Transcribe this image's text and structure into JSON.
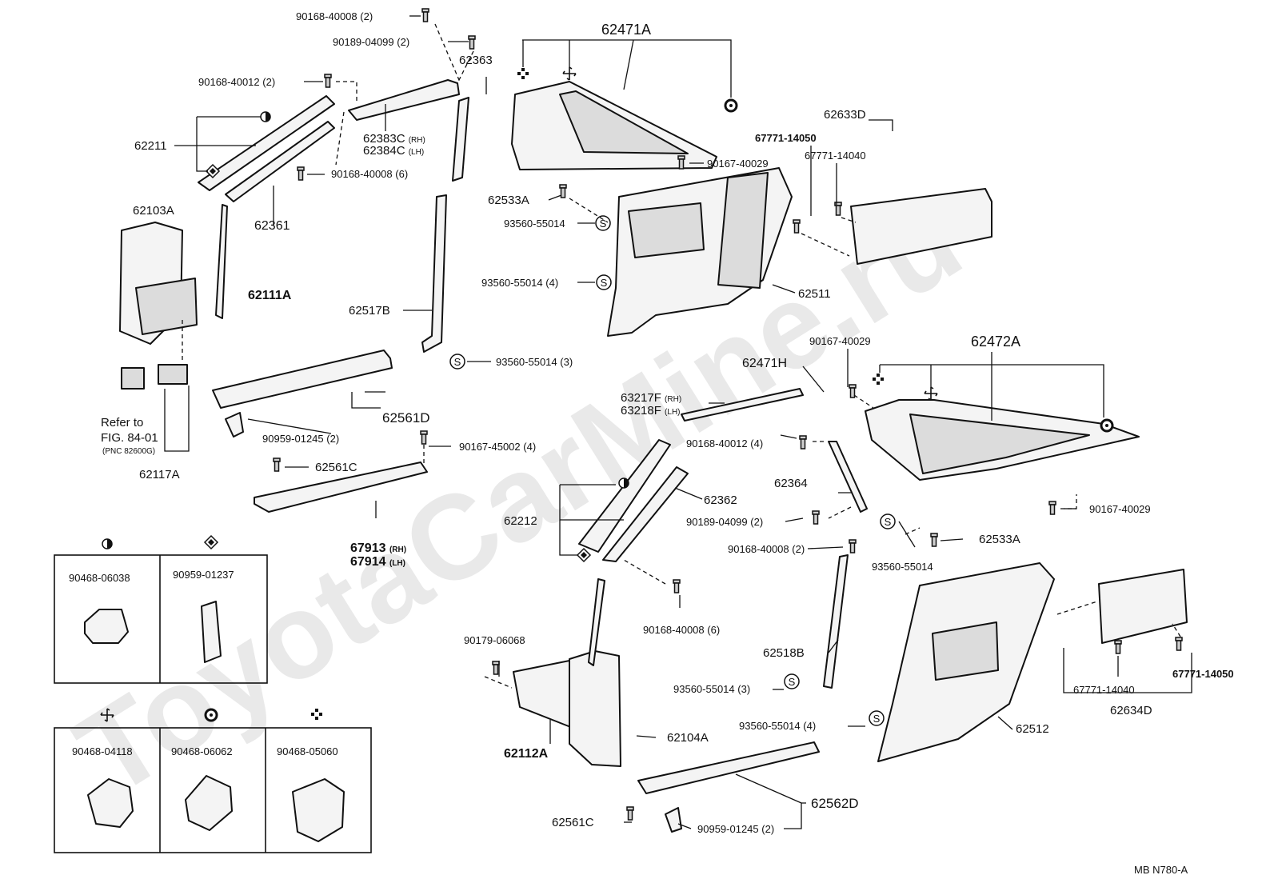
{
  "watermark": "ToyotaCarMine.ru",
  "diagram_code": "MB  N780-A",
  "parts": [
    {
      "id": "90168-40008-a",
      "num": "90168-40008",
      "qty": "(2)"
    },
    {
      "id": "90189-04099-a",
      "num": "90189-04099",
      "qty": "(2)"
    },
    {
      "id": "62471A",
      "num": "62471A"
    },
    {
      "id": "62363",
      "num": "62363"
    },
    {
      "id": "90168-40012-a",
      "num": "90168-40012",
      "qty": "(2)"
    },
    {
      "id": "62211",
      "num": "62211"
    },
    {
      "id": "62383C",
      "num": "62383C",
      "side": "(RH)"
    },
    {
      "id": "62384C",
      "num": "62384C",
      "side": "(LH)"
    },
    {
      "id": "90168-40008-b",
      "num": "90168-40008",
      "qty": "(6)"
    },
    {
      "id": "62361",
      "num": "62361"
    },
    {
      "id": "62103A",
      "num": "62103A"
    },
    {
      "id": "62111A",
      "num": "62111A"
    },
    {
      "id": "62633D",
      "num": "62633D"
    },
    {
      "id": "67771-14050-a",
      "num": "67771-14050"
    },
    {
      "id": "67771-14040-a",
      "num": "67771-14040"
    },
    {
      "id": "90167-40029-a",
      "num": "90167-40029"
    },
    {
      "id": "62533A-a",
      "num": "62533A"
    },
    {
      "id": "93560-55014-a",
      "num": "93560-55014"
    },
    {
      "id": "93560-55014-b",
      "num": "93560-55014",
      "qty": "(4)"
    },
    {
      "id": "62511",
      "num": "62511"
    },
    {
      "id": "62517B",
      "num": "62517B"
    },
    {
      "id": "93560-55014-c",
      "num": "93560-55014",
      "qty": "(3)"
    },
    {
      "id": "90167-40029-b",
      "num": "90167-40029"
    },
    {
      "id": "62472A",
      "num": "62472A"
    },
    {
      "id": "62471H",
      "num": "62471H"
    },
    {
      "id": "63217F",
      "num": "63217F",
      "side": "(RH)"
    },
    {
      "id": "63218F",
      "num": "63218F",
      "side": "(LH)"
    },
    {
      "id": "62561D",
      "num": "62561D"
    },
    {
      "id": "90959-01245-a",
      "num": "90959-01245",
      "qty": "(2)"
    },
    {
      "id": "90167-45002",
      "num": "90167-45002",
      "qty": "(4)"
    },
    {
      "id": "62561C-a",
      "num": "62561C"
    },
    {
      "id": "90168-40012-b",
      "num": "90168-40012",
      "qty": "(4)"
    },
    {
      "id": "62364",
      "num": "62364"
    },
    {
      "id": "90167-40029-c",
      "num": "90167-40029"
    },
    {
      "id": "62117A",
      "num": "62117A"
    },
    {
      "id": "62212",
      "num": "62212"
    },
    {
      "id": "62362",
      "num": "62362"
    },
    {
      "id": "90189-04099-b",
      "num": "90189-04099",
      "qty": "(2)"
    },
    {
      "id": "90168-40008-c",
      "num": "90168-40008",
      "qty": "(2)"
    },
    {
      "id": "62533A-b",
      "num": "62533A"
    },
    {
      "id": "93560-55014-d",
      "num": "93560-55014"
    },
    {
      "id": "67913",
      "num": "67913",
      "side": "(RH)"
    },
    {
      "id": "67914",
      "num": "67914",
      "side": "(LH)"
    },
    {
      "id": "90168-40008-d",
      "num": "90168-40008",
      "qty": "(6)"
    },
    {
      "id": "62518B",
      "num": "62518B"
    },
    {
      "id": "90179-06068",
      "num": "90179-06068"
    },
    {
      "id": "67771-14050-b",
      "num": "67771-14050"
    },
    {
      "id": "67771-14040-b",
      "num": "67771-14040"
    },
    {
      "id": "62634D",
      "num": "62634D"
    },
    {
      "id": "93560-55014-e",
      "num": "93560-55014",
      "qty": "(3)"
    },
    {
      "id": "62104A",
      "num": "62104A"
    },
    {
      "id": "93560-55014-f",
      "num": "93560-55014",
      "qty": "(4)"
    },
    {
      "id": "62512",
      "num": "62512"
    },
    {
      "id": "62112A",
      "num": "62112A"
    },
    {
      "id": "62562D",
      "num": "62562D"
    },
    {
      "id": "62561C-b",
      "num": "62561C"
    },
    {
      "id": "90959-01245-b",
      "num": "90959-01245",
      "qty": "(2)"
    }
  ],
  "refer_note": {
    "line1": "Refer to",
    "line2": "FIG. 84-01",
    "line3": "(PNC 82600G)"
  },
  "clip_tables": [
    {
      "symbol": "half-circle-icon",
      "part": "90468-06038"
    },
    {
      "symbol": "diamond-icon",
      "part": "90959-01237"
    },
    {
      "symbol": "pinwheel-icon",
      "part": "90468-04118"
    },
    {
      "symbol": "ring-icon",
      "part": "90468-06062"
    },
    {
      "symbol": "four-square-icon",
      "part": "90468-05060"
    }
  ]
}
